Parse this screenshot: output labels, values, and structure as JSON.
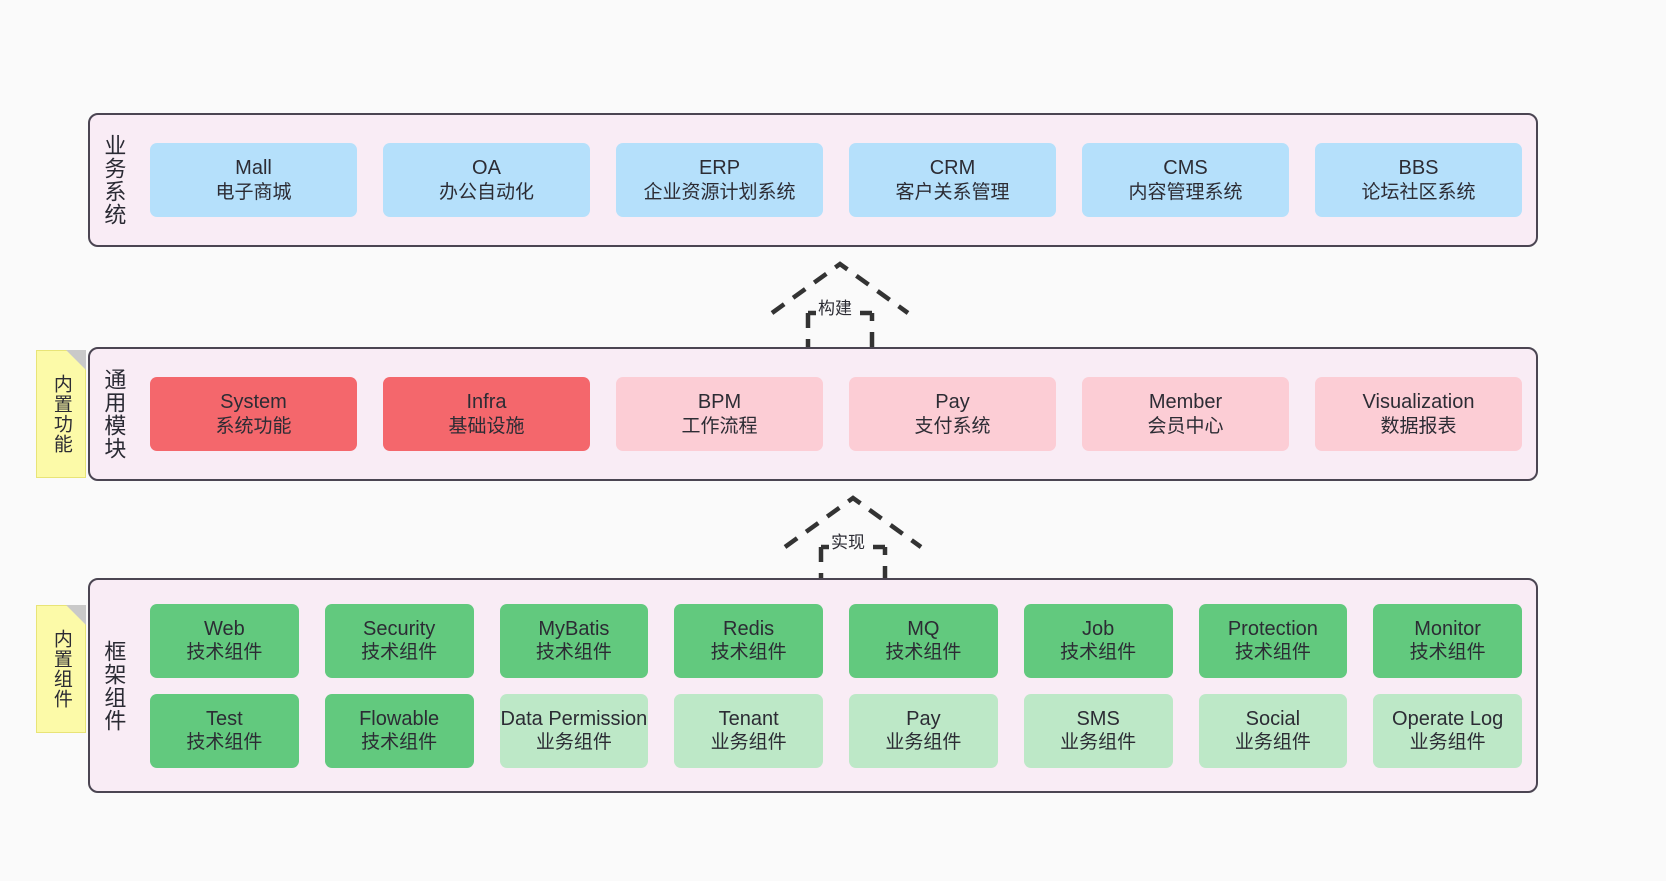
{
  "diagram": {
    "type": "layered-architecture",
    "background_color": "#fafafa",
    "container_color": "#f9ecf5",
    "container_border_color": "#4b4552",
    "note_color": "#fcfaa8"
  },
  "layers": [
    {
      "id": "business",
      "title": "业务系统",
      "note": null,
      "rows": [
        {
          "cells": [
            {
              "en": "Mall",
              "cn": "电子商城",
              "color": "#b5e0fb",
              "variant": "c-blue"
            },
            {
              "en": "OA",
              "cn": "办公自动化",
              "color": "#b5e0fb",
              "variant": "c-blue"
            },
            {
              "en": "ERP",
              "cn": "企业资源计划系统",
              "color": "#b5e0fb",
              "variant": "c-blue"
            },
            {
              "en": "CRM",
              "cn": "客户关系管理",
              "color": "#b5e0fb",
              "variant": "c-blue"
            },
            {
              "en": "CMS",
              "cn": "内容管理系统",
              "color": "#b5e0fb",
              "variant": "c-blue"
            },
            {
              "en": "BBS",
              "cn": "论坛社区系统",
              "color": "#b5e0fb",
              "variant": "c-blue"
            }
          ]
        }
      ]
    },
    {
      "id": "common",
      "title": "通用模块",
      "note": "内置功能",
      "rows": [
        {
          "cells": [
            {
              "en": "System",
              "cn": "系统功能",
              "color": "#f4676c",
              "variant": "c-red"
            },
            {
              "en": "Infra",
              "cn": "基础设施",
              "color": "#f4676c",
              "variant": "c-red"
            },
            {
              "en": "BPM",
              "cn": "工作流程",
              "color": "#fccdd5",
              "variant": "c-pink"
            },
            {
              "en": "Pay",
              "cn": "支付系统",
              "color": "#fccdd5",
              "variant": "c-pink"
            },
            {
              "en": "Member",
              "cn": "会员中心",
              "color": "#fccdd5",
              "variant": "c-pink"
            },
            {
              "en": "Visualization",
              "cn": "数据报表",
              "color": "#fccdd5",
              "variant": "c-pink"
            }
          ]
        }
      ]
    },
    {
      "id": "frame",
      "title": "框架组件",
      "note": "内置组件",
      "rows": [
        {
          "cells": [
            {
              "en": "Web",
              "cn": "技术组件",
              "color": "#62c97e",
              "variant": "c-green"
            },
            {
              "en": "Security",
              "cn": "技术组件",
              "color": "#62c97e",
              "variant": "c-green"
            },
            {
              "en": "MyBatis",
              "cn": "技术组件",
              "color": "#62c97e",
              "variant": "c-green"
            },
            {
              "en": "Redis",
              "cn": "技术组件",
              "color": "#62c97e",
              "variant": "c-green"
            },
            {
              "en": "MQ",
              "cn": "技术组件",
              "color": "#62c97e",
              "variant": "c-green"
            },
            {
              "en": "Job",
              "cn": "技术组件",
              "color": "#62c97e",
              "variant": "c-green"
            },
            {
              "en": "Protection",
              "cn": "技术组件",
              "color": "#62c97e",
              "variant": "c-green"
            },
            {
              "en": "Monitor",
              "cn": "技术组件",
              "color": "#62c97e",
              "variant": "c-green"
            }
          ]
        },
        {
          "cells": [
            {
              "en": "Test",
              "cn": "技术组件",
              "color": "#62c97e",
              "variant": "c-green"
            },
            {
              "en": "Flowable",
              "cn": "技术组件",
              "color": "#62c97e",
              "variant": "c-green"
            },
            {
              "en": "Data Permission",
              "cn": "业务组件",
              "color": "#bde8c7",
              "variant": "c-green-lite"
            },
            {
              "en": "Tenant",
              "cn": "业务组件",
              "color": "#bde8c7",
              "variant": "c-green-lite"
            },
            {
              "en": "Pay",
              "cn": "业务组件",
              "color": "#bde8c7",
              "variant": "c-green-lite"
            },
            {
              "en": "SMS",
              "cn": "业务组件",
              "color": "#bde8c7",
              "variant": "c-green-lite"
            },
            {
              "en": "Social",
              "cn": "业务组件",
              "color": "#bde8c7",
              "variant": "c-green-lite"
            },
            {
              "en": "Operate Log",
              "cn": "业务组件",
              "color": "#bde8c7",
              "variant": "c-green-lite"
            }
          ]
        }
      ]
    }
  ],
  "connectors": [
    {
      "id": "build",
      "label": "构建",
      "style": "dashed-hollow-triangle",
      "from": "common",
      "to": "business"
    },
    {
      "id": "impl",
      "label": "实现",
      "style": "dashed-hollow-triangle",
      "from": "frame",
      "to": "common"
    }
  ]
}
